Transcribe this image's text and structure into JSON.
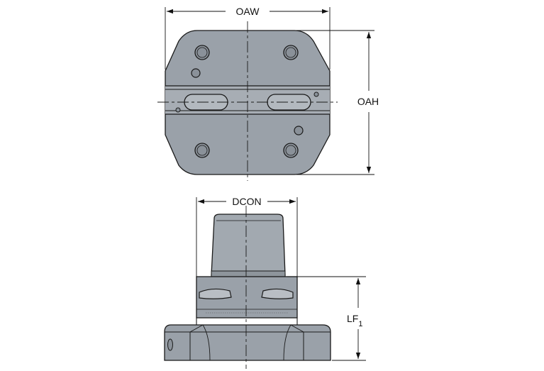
{
  "labels": {
    "oaw": "OAW",
    "oah": "OAH",
    "dcon": "DCON",
    "lf": "LF",
    "lf_subscript": "1"
  },
  "colors": {
    "body": "#9aa1a9",
    "body_light": "#b9bec4",
    "body_dark": "#7f868e",
    "outline": "#1a1a1a",
    "dimension": "#111111"
  }
}
